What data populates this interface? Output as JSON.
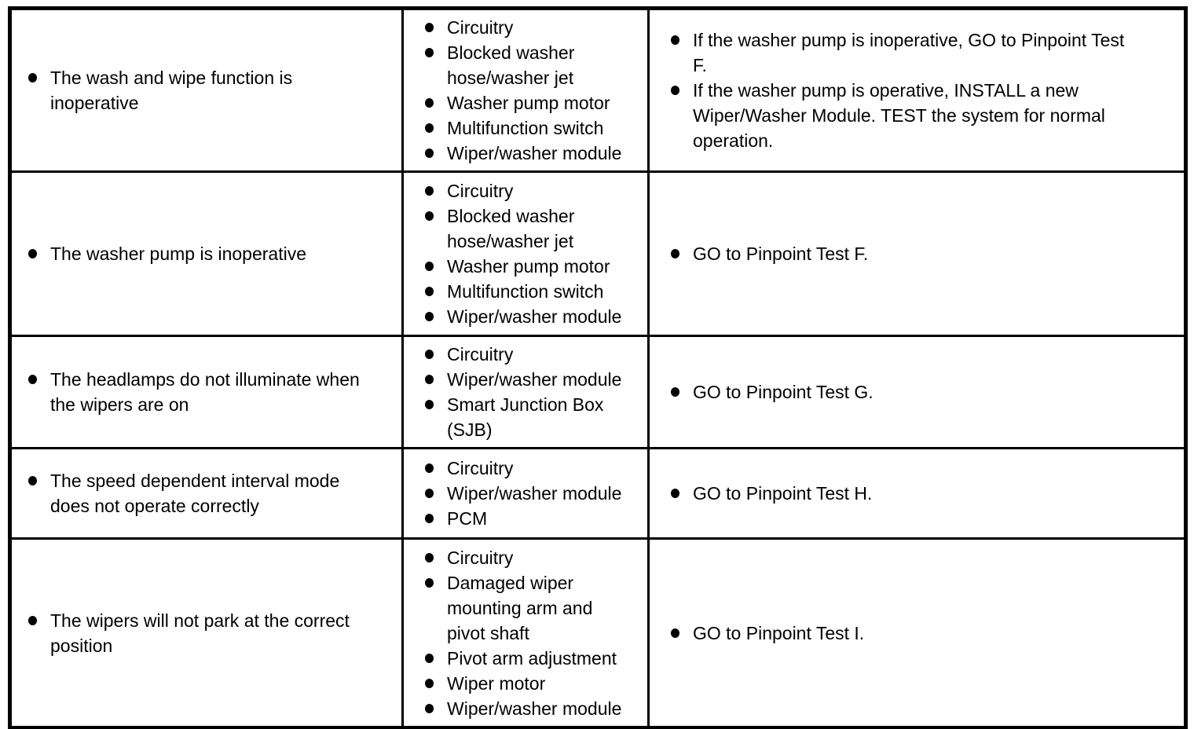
{
  "colors": {
    "text": "#000000",
    "background": "#ffffff",
    "border": "#000000"
  },
  "table": {
    "rows": [
      {
        "symptom": "The wash and wipe function is\ninoperative",
        "possible_sources": [
          "Circuitry",
          "Blocked washer\nhose/washer jet",
          "Washer pump motor",
          "Multifunction switch",
          "Wiper/washer module"
        ],
        "actions": [
          "If the washer pump is inoperative, GO to Pinpoint Test\nF.",
          "If the washer pump is operative, INSTALL a new\nWiper/Washer Module. TEST the system for normal\noperation."
        ]
      },
      {
        "symptom": "The washer pump is inoperative",
        "possible_sources": [
          "Circuitry",
          "Blocked washer\nhose/washer jet",
          "Washer pump motor",
          "Multifunction switch",
          "Wiper/washer module"
        ],
        "actions": [
          "GO to Pinpoint Test F."
        ]
      },
      {
        "symptom": "The headlamps do not illuminate when\nthe wipers are on",
        "possible_sources": [
          "Circuitry",
          "Wiper/washer module",
          "Smart Junction Box\n(SJB)"
        ],
        "actions": [
          "GO to Pinpoint Test G."
        ]
      },
      {
        "symptom": "The speed dependent interval mode\ndoes not operate correctly",
        "possible_sources": [
          "Circuitry",
          "Wiper/washer module",
          "PCM"
        ],
        "actions": [
          "GO to Pinpoint Test H."
        ]
      },
      {
        "symptom": "The wipers will not park at the correct\nposition",
        "possible_sources": [
          "Circuitry",
          "Damaged wiper\nmounting arm and\npivot shaft",
          "Pivot arm adjustment",
          "Wiper motor",
          "Wiper/washer module"
        ],
        "actions": [
          "GO to Pinpoint Test I."
        ]
      }
    ]
  }
}
